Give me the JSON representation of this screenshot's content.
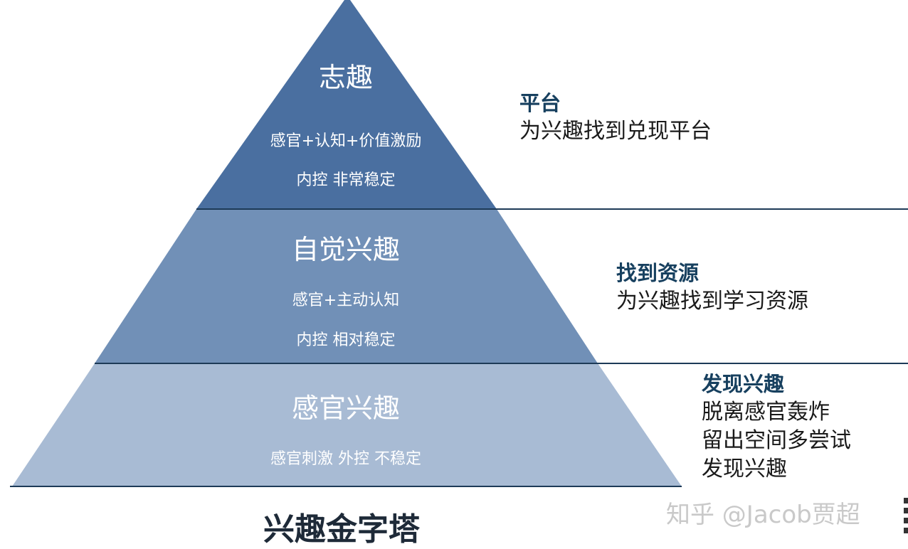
{
  "title": "兴趣金字塔",
  "watermark": "知乎 @Jacob贾超",
  "colors": {
    "top_tier": "#4a6fa0",
    "middle_tier": "#7190b7",
    "bottom_tier": "#a8bbd4",
    "divider": "#1d3a57",
    "side_title": "#17405f"
  },
  "tiers": [
    {
      "title": "志趣",
      "lines": [
        "感官+认知+价值激励",
        "内控  非常稳定"
      ],
      "side_title": "平台",
      "side_lines": [
        "为兴趣找到兑现平台"
      ]
    },
    {
      "title": "自觉兴趣",
      "lines": [
        "感官+主动认知",
        "内控  相对稳定"
      ],
      "side_title": "找到资源",
      "side_lines": [
        "为兴趣找到学习资源"
      ]
    },
    {
      "title": "感官兴趣",
      "lines": [
        "感官刺激  外控  不稳定"
      ],
      "side_title": "发现兴趣",
      "side_lines": [
        "脱离感官轰炸",
        "留出空间多尝试",
        "发现兴趣"
      ]
    }
  ]
}
